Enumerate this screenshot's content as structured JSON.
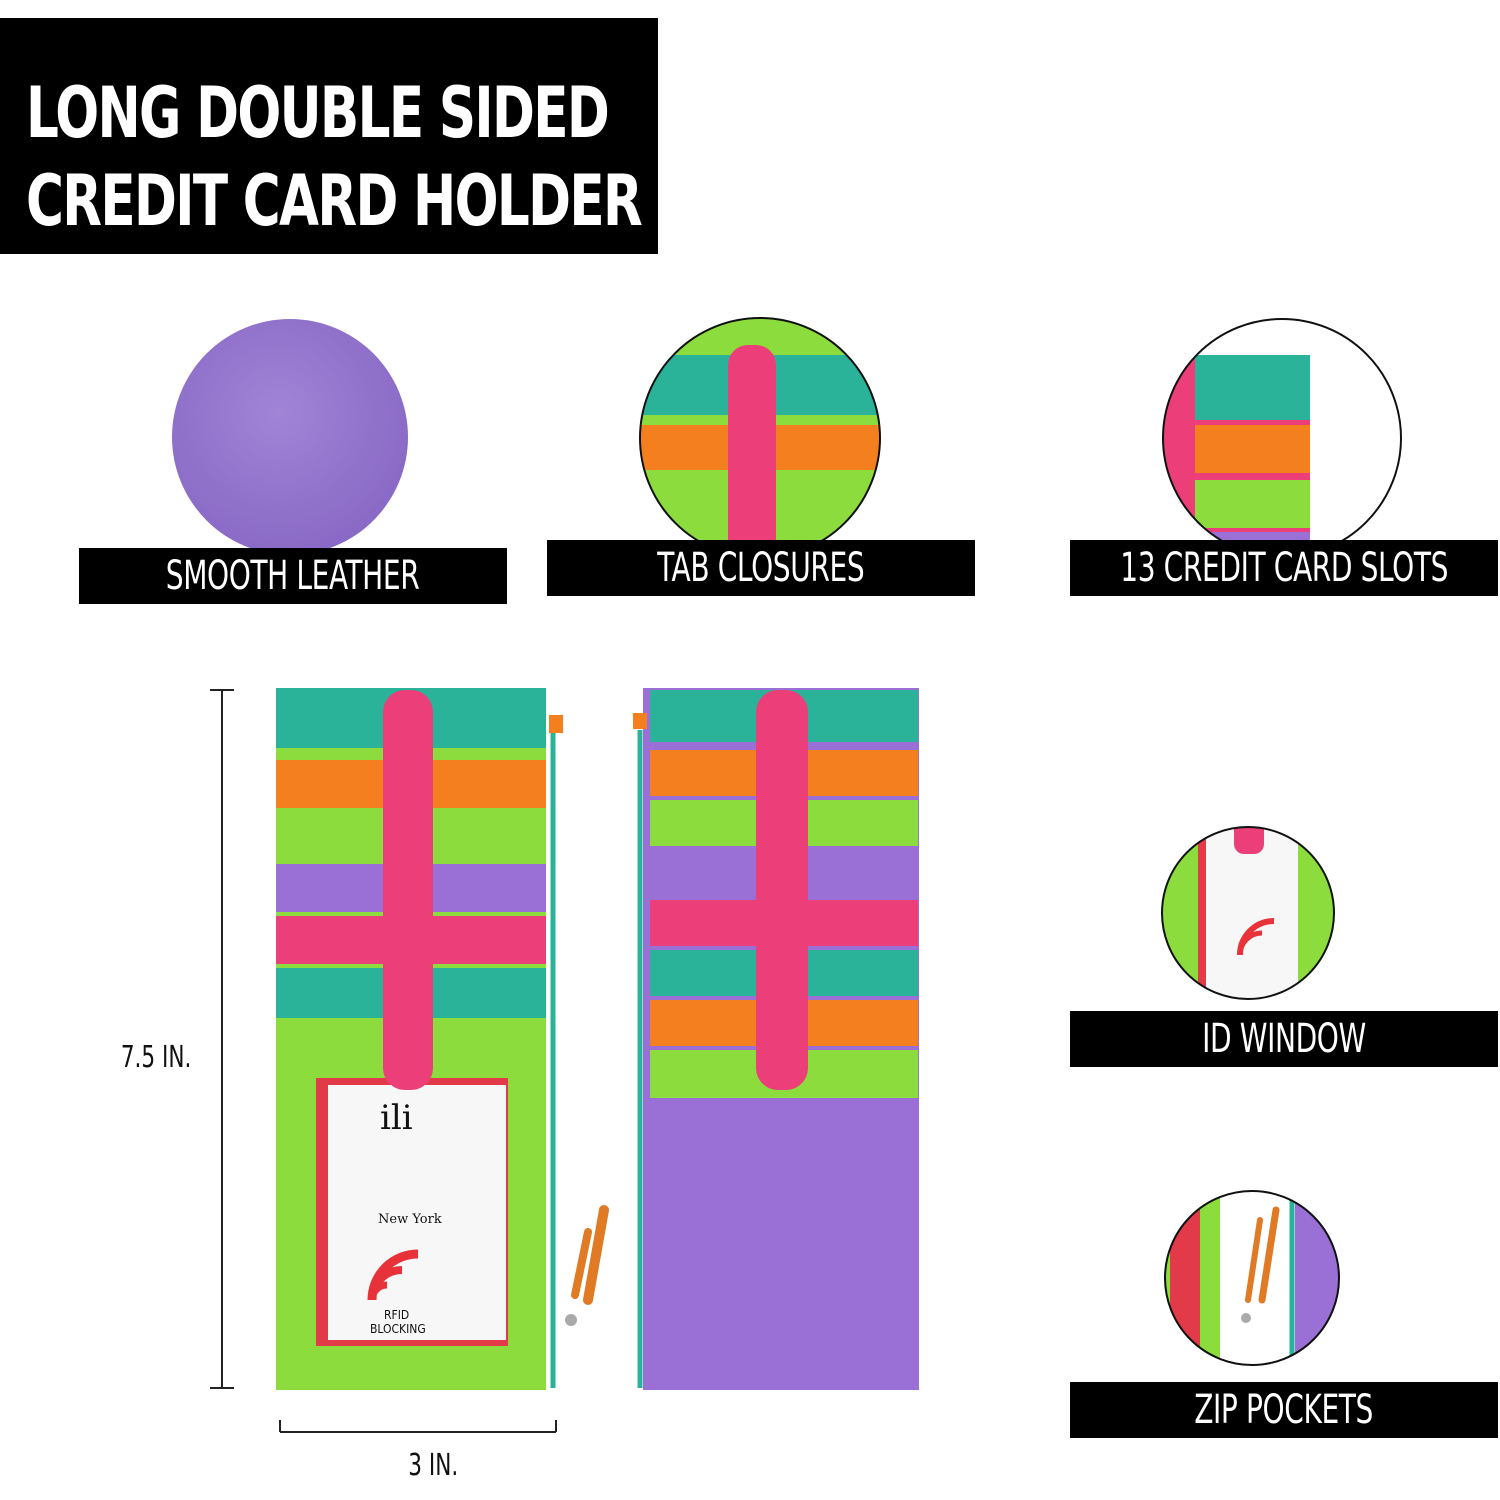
{
  "title": {
    "line1": "LONG DOUBLE SIDED",
    "line2": "CREDIT CARD HOLDER"
  },
  "features": [
    {
      "label": "SMOOTH LEATHER"
    },
    {
      "label": "TAB CLOSURES"
    },
    {
      "label": "13 CREDIT CARD SLOTS"
    },
    {
      "label": "ID WINDOW"
    },
    {
      "label": "ZIP POCKETS"
    }
  ],
  "dimensions": {
    "height": "7.5 IN.",
    "width": "3 IN."
  },
  "card": {
    "brand": "ili",
    "city": "New York",
    "rfid_line1": "RFID",
    "rfid_line2": "BLOCKING"
  },
  "colors": {
    "teal": "#2bb39a",
    "orange": "#f47f1e",
    "lime": "#8bdc3c",
    "purple": "#9a6fd6",
    "pink": "#ec3f7a",
    "black": "#000000"
  }
}
